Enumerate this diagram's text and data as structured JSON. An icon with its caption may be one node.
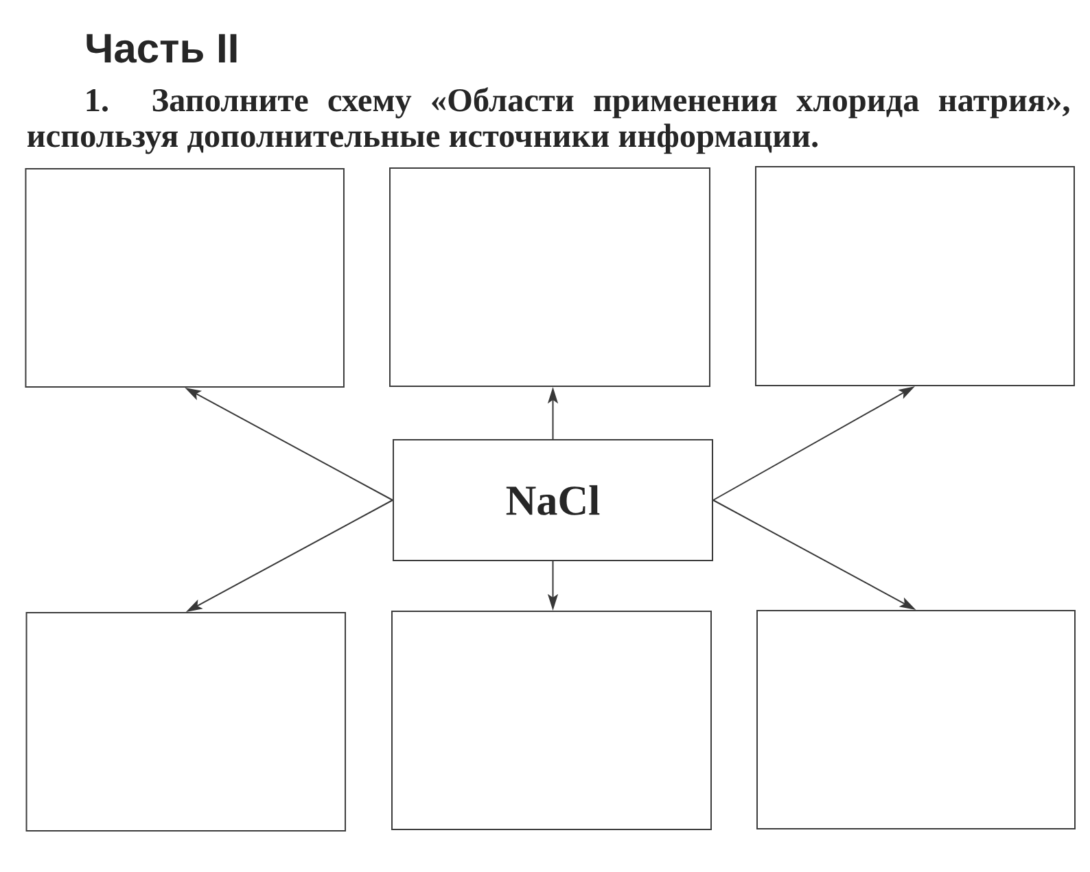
{
  "diagram": {
    "title": "Часть II",
    "labels": [
      "1. Заполните схему «Области применения хлорида натрия», используя дополнительные источники информации."
    ],
    "nodes": [
      {
        "text": [],
        "shape": "box"
      },
      {
        "text": [],
        "shape": "box"
      },
      {
        "text": [],
        "shape": "box"
      },
      {
        "text": [
          "NaCl"
        ]
      },
      {
        "text": [],
        "shape": "box"
      },
      {
        "text": [],
        "shape": "box"
      },
      {
        "text": [],
        "shape": "box"
      }
    ],
    "edges": [
      {
        "from": 3,
        "to": 0,
        "arrow": "to"
      },
      {
        "from": 3,
        "to": 1,
        "arrow": "to"
      },
      {
        "from": 3,
        "to": 2,
        "arrow": "to"
      },
      {
        "from": 3,
        "to": 4,
        "arrow": "to"
      },
      {
        "from": 3,
        "to": 5,
        "arrow": "to"
      },
      {
        "from": 3,
        "to": 6,
        "arrow": "to"
      }
    ]
  }
}
